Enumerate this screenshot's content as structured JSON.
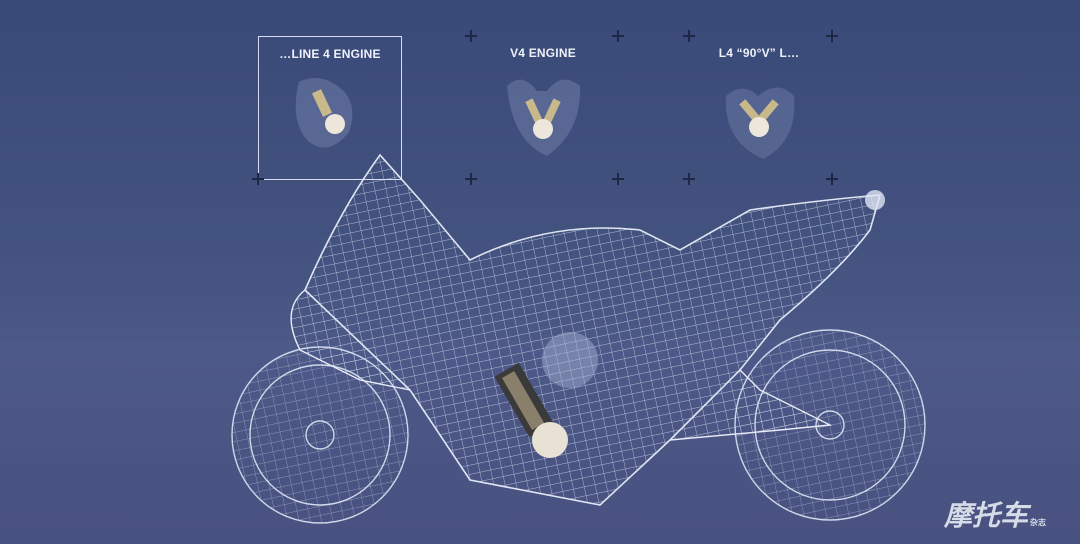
{
  "engines": [
    {
      "label": "…LINE 4 ENGINE",
      "selected": true
    },
    {
      "label": "V4 ENGINE",
      "selected": false
    },
    {
      "label": "L4 “90°V” L…",
      "selected": false
    }
  ],
  "watermark": {
    "main": "摩托车",
    "sub": "杂志"
  },
  "colors": {
    "background": "#3f4e7c",
    "wireframe": "#dfe5f5",
    "piston": "#e8e2d4"
  }
}
